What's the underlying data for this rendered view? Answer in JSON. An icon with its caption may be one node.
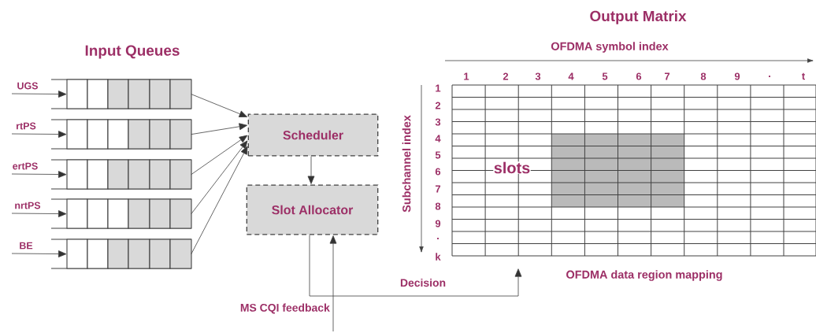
{
  "diagram": {
    "nodes": [
      {
        "text": [
          "UGS"
        ]
      },
      {
        "text": [
          "rtPS"
        ]
      },
      {
        "text": [
          "ertPS"
        ]
      },
      {
        "text": [
          "nrtPS"
        ]
      },
      {
        "text": [
          "BE"
        ]
      },
      {
        "text": [
          "Scheduler"
        ]
      },
      {
        "text": [
          "Slot Allocator"
        ]
      },
      {
        "text": [],
        "shape": "grid"
      }
    ],
    "edges": [
      {
        "from": 0,
        "to": 5,
        "arrow": "to"
      },
      {
        "from": 1,
        "to": 5,
        "arrow": "to"
      },
      {
        "from": 2,
        "to": 5,
        "arrow": "to"
      },
      {
        "from": 3,
        "to": 5,
        "arrow": "to"
      },
      {
        "from": 4,
        "to": 5,
        "arrow": "to"
      },
      {
        "from": 5,
        "to": 6,
        "arrow": "to"
      },
      {
        "from": 6,
        "to": 7,
        "arrow": "to",
        "label": "Decision"
      },
      {
        "from": null,
        "to": 6,
        "arrow": "to",
        "label": "MS CQI feedback"
      },
      {
        "from": null,
        "to": 0,
        "arrow": "to"
      },
      {
        "from": null,
        "to": 1,
        "arrow": "to"
      },
      {
        "from": null,
        "to": 2,
        "arrow": "to"
      },
      {
        "from": null,
        "to": 3,
        "arrow": "to"
      },
      {
        "from": null,
        "to": 4,
        "arrow": "to"
      }
    ],
    "labels": [
      "Input Queues",
      "Output Matrix",
      "OFDMA symbol index",
      "1",
      "2",
      "3",
      "4",
      "5",
      "6",
      "7",
      "8",
      "9",
      ".",
      "t",
      "Subchannel index",
      "1",
      "2",
      "3",
      "4",
      "5",
      "6",
      "7",
      "8",
      "9",
      ".",
      "k",
      "slots",
      "OFDMA data region mapping"
    ]
  }
}
